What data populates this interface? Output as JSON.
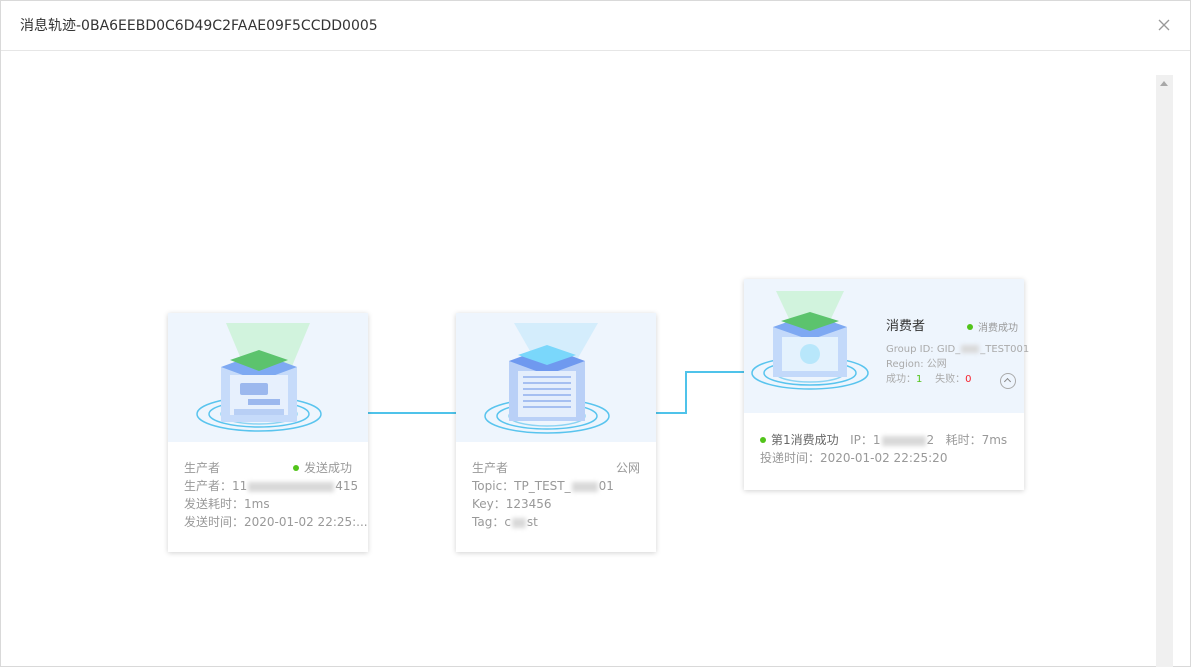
{
  "dialog": {
    "title": "消息轨迹-0BA6EEBD0C6D49C2FAAE09F5CCDD0005"
  },
  "producer_card": {
    "label": "生产者",
    "status": "发送成功",
    "producer_prefix": "生产者：11",
    "producer_suffix": "415",
    "send_cost": "发送耗时：1ms",
    "send_time": "发送时间：2020-01-02 22:25:..."
  },
  "broker_card": {
    "label": "生产者",
    "network": "公网",
    "topic_prefix": "Topic：TP_TEST_",
    "topic_suffix": "01",
    "key": "Key：123456",
    "tag_prefix": "Tag：c",
    "tag_suffix": "st"
  },
  "consumer_card": {
    "title": "消费者",
    "status": "消费成功",
    "group_prefix": "Group ID: GID_",
    "group_suffix": "_TEST001",
    "region": "Region: 公网",
    "success_label": "成功：",
    "success_count": "1",
    "fail_label": "失败：",
    "fail_count": "0",
    "detail_status": "第1消费成功",
    "ip_prefix": "IP：1",
    "ip_suffix": "2",
    "cost": "耗时：7ms",
    "deliver_time": "投递时间：2020-01-02 22:25:20"
  },
  "colors": {
    "link_line": "#4fc3ea",
    "success": "#52c41a",
    "fail": "#f5222d"
  }
}
